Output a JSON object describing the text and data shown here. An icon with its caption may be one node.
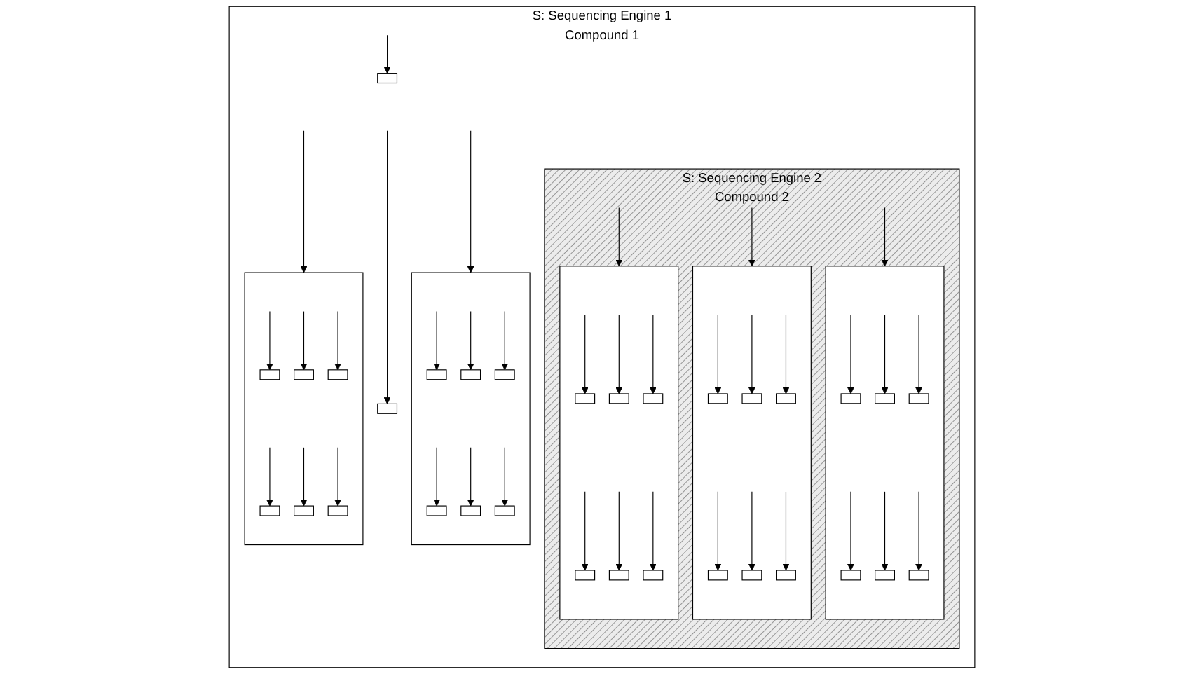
{
  "diagram": {
    "nodes": [
      {
        "text": [
          "S: Sequencing Engine 1",
          "Compound 1"
        ]
      },
      {
        "text": [
          "S: Sequencing Engine 2",
          "Compound 2"
        ],
        "in": 0
      },
      {
        "text": [],
        "shape": "box",
        "in": 1
      },
      {
        "text": [],
        "shape": "box",
        "in": 2
      },
      {
        "text": [],
        "shape": "box",
        "in": 2
      },
      {
        "text": [],
        "shape": "box",
        "in": 2
      },
      {
        "text": [],
        "shape": "box",
        "in": 2
      },
      {
        "text": [],
        "shape": "box",
        "in": 2
      },
      {
        "text": [],
        "shape": "box",
        "in": 2
      },
      {
        "text": [],
        "shape": "box",
        "in": 1
      },
      {
        "text": [],
        "shape": "box",
        "in": 9
      },
      {
        "text": [],
        "shape": "box",
        "in": 9
      },
      {
        "text": [],
        "shape": "box",
        "in": 9
      },
      {
        "text": [],
        "shape": "box",
        "in": 9
      },
      {
        "text": [],
        "shape": "box",
        "in": 9
      },
      {
        "text": [],
        "shape": "box",
        "in": 9
      },
      {
        "text": [],
        "shape": "box",
        "in": 1
      },
      {
        "text": [],
        "shape": "box",
        "in": 16
      },
      {
        "text": [],
        "shape": "box",
        "in": 16
      },
      {
        "text": [],
        "shape": "box",
        "in": 16
      },
      {
        "text": [],
        "shape": "box",
        "in": 16
      },
      {
        "text": [],
        "shape": "box",
        "in": 16
      },
      {
        "text": [],
        "shape": "box",
        "in": 16
      },
      {
        "text": [],
        "shape": "box",
        "in": 0
      },
      {
        "text": [],
        "shape": "box",
        "in": 23
      },
      {
        "text": [],
        "shape": "box",
        "in": 23
      },
      {
        "text": [],
        "shape": "box",
        "in": 23
      },
      {
        "text": [],
        "shape": "box",
        "in": 23
      },
      {
        "text": [],
        "shape": "box",
        "in": 23
      },
      {
        "text": [],
        "shape": "box",
        "in": 23
      },
      {
        "text": [],
        "shape": "box",
        "in": 0
      },
      {
        "text": [],
        "shape": "box",
        "in": 0
      },
      {
        "text": [],
        "shape": "box",
        "in": 0
      },
      {
        "text": [],
        "shape": "box",
        "in": 32
      },
      {
        "text": [],
        "shape": "box",
        "in": 32
      },
      {
        "text": [],
        "shape": "box",
        "in": 32
      },
      {
        "text": [],
        "shape": "box",
        "in": 32
      },
      {
        "text": [],
        "shape": "box",
        "in": 32
      },
      {
        "text": [],
        "shape": "box",
        "in": 32
      }
    ],
    "edges": [
      {
        "from": null,
        "to": 2,
        "arrow": "to"
      },
      {
        "from": null,
        "to": 3,
        "arrow": "to"
      },
      {
        "from": null,
        "to": 4,
        "arrow": "to"
      },
      {
        "from": null,
        "to": 5,
        "arrow": "to"
      },
      {
        "from": null,
        "to": 6,
        "arrow": "to"
      },
      {
        "from": null,
        "to": 7,
        "arrow": "to"
      },
      {
        "from": null,
        "to": 8,
        "arrow": "to"
      },
      {
        "from": null,
        "to": 9,
        "arrow": "to"
      },
      {
        "from": null,
        "to": 10,
        "arrow": "to"
      },
      {
        "from": null,
        "to": 11,
        "arrow": "to"
      },
      {
        "from": null,
        "to": 12,
        "arrow": "to"
      },
      {
        "from": null,
        "to": 13,
        "arrow": "to"
      },
      {
        "from": null,
        "to": 14,
        "arrow": "to"
      },
      {
        "from": null,
        "to": 15,
        "arrow": "to"
      },
      {
        "from": null,
        "to": 16,
        "arrow": "to"
      },
      {
        "from": null,
        "to": 17,
        "arrow": "to"
      },
      {
        "from": null,
        "to": 18,
        "arrow": "to"
      },
      {
        "from": null,
        "to": 19,
        "arrow": "to"
      },
      {
        "from": null,
        "to": 20,
        "arrow": "to"
      },
      {
        "from": null,
        "to": 21,
        "arrow": "to"
      },
      {
        "from": null,
        "to": 22,
        "arrow": "to"
      },
      {
        "from": null,
        "to": 23,
        "arrow": "to"
      },
      {
        "from": null,
        "to": 24,
        "arrow": "to"
      },
      {
        "from": null,
        "to": 25,
        "arrow": "to"
      },
      {
        "from": null,
        "to": 26,
        "arrow": "to"
      },
      {
        "from": null,
        "to": 27,
        "arrow": "to"
      },
      {
        "from": null,
        "to": 28,
        "arrow": "to"
      },
      {
        "from": null,
        "to": 29,
        "arrow": "to"
      },
      {
        "from": null,
        "to": 30,
        "arrow": "to"
      },
      {
        "from": null,
        "to": 31,
        "arrow": "to"
      },
      {
        "from": null,
        "to": 32,
        "arrow": "to"
      },
      {
        "from": null,
        "to": 33,
        "arrow": "to"
      },
      {
        "from": null,
        "to": 34,
        "arrow": "to"
      },
      {
        "from": null,
        "to": 35,
        "arrow": "to"
      },
      {
        "from": null,
        "to": 36,
        "arrow": "to"
      },
      {
        "from": null,
        "to": 37,
        "arrow": "to"
      },
      {
        "from": null,
        "to": 38,
        "arrow": "to"
      }
    ]
  }
}
